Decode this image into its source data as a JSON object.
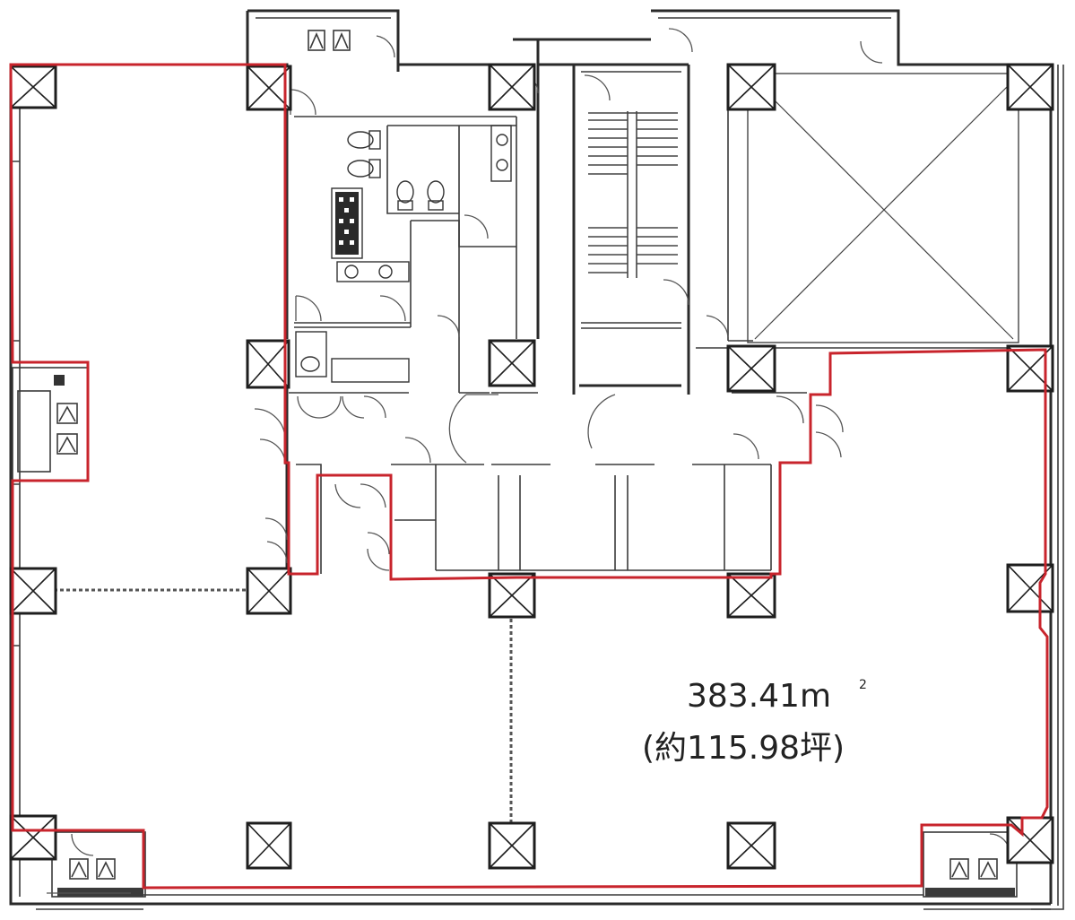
{
  "plan": {
    "area_value": "383.41",
    "area_unit": "m",
    "area_unit_sup": "2",
    "area_tsubo": "(約115.98坪)",
    "colors": {
      "boundary": "#c8242c",
      "walls": "#2a2a2a",
      "background": "#ffffff"
    }
  }
}
